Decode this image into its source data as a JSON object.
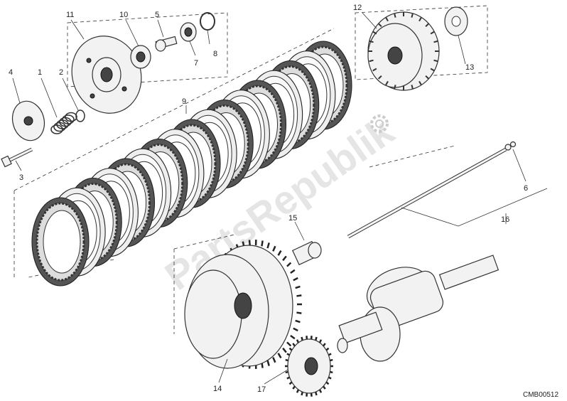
{
  "callouts": [
    {
      "id": "1",
      "label": "1"
    },
    {
      "id": "2",
      "label": "2"
    },
    {
      "id": "3",
      "label": "3"
    },
    {
      "id": "4",
      "label": "4"
    },
    {
      "id": "5",
      "label": "5"
    },
    {
      "id": "6",
      "label": "6"
    },
    {
      "id": "7",
      "label": "7"
    },
    {
      "id": "8",
      "label": "8"
    },
    {
      "id": "9",
      "label": "9"
    },
    {
      "id": "10",
      "label": "10"
    },
    {
      "id": "11",
      "label": "11"
    },
    {
      "id": "12",
      "label": "12"
    },
    {
      "id": "13",
      "label": "13"
    },
    {
      "id": "14",
      "label": "14"
    },
    {
      "id": "15",
      "label": "15"
    },
    {
      "id": "16",
      "label": "16"
    },
    {
      "id": "17",
      "label": "17"
    }
  ],
  "drawing_code": "CMB00512",
  "watermark": "PartsRepublik"
}
